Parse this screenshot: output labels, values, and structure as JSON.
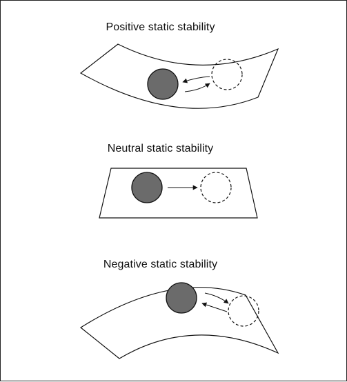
{
  "panels": {
    "positive": {
      "title": "Positive static stability"
    },
    "neutral": {
      "title": "Neutral static stability"
    },
    "negative": {
      "title": "Negative static stability"
    }
  },
  "colors": {
    "ball_fill": "#6b6b6b",
    "stroke": "#111111",
    "background": "#ffffff"
  }
}
